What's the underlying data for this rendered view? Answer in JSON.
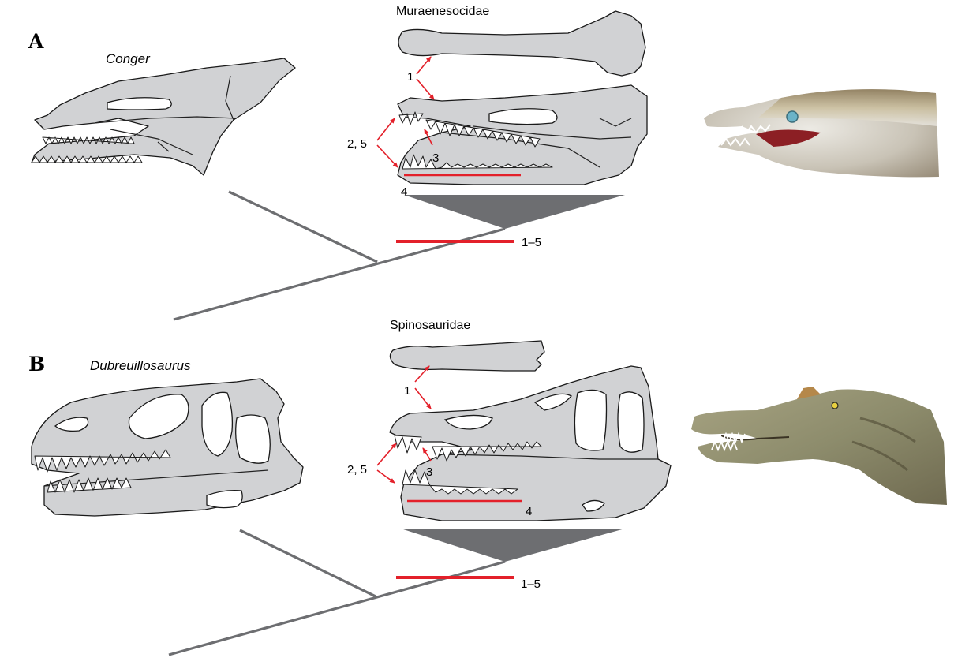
{
  "panels": [
    {
      "letter": "A",
      "outgroup_taxon": "Conger",
      "clade_taxon": "Muraenesocidae",
      "annotations": {
        "label_1": "1",
        "label_2_5": "2, 5",
        "label_3": "3",
        "label_4": "4"
      },
      "synapomorphy_range": "1–5"
    },
    {
      "letter": "B",
      "outgroup_taxon": "Dubreuillosaurus",
      "clade_taxon": "Spinosauridae",
      "annotations": {
        "label_1": "1",
        "label_2_5": "2, 5",
        "label_3": "3",
        "label_4": "4"
      },
      "synapomorphy_range": "1–5"
    }
  ],
  "colors": {
    "skull_fill": "#d1d2d4",
    "tree_gray": "#6d6e71",
    "character_red": "#e3202a"
  }
}
